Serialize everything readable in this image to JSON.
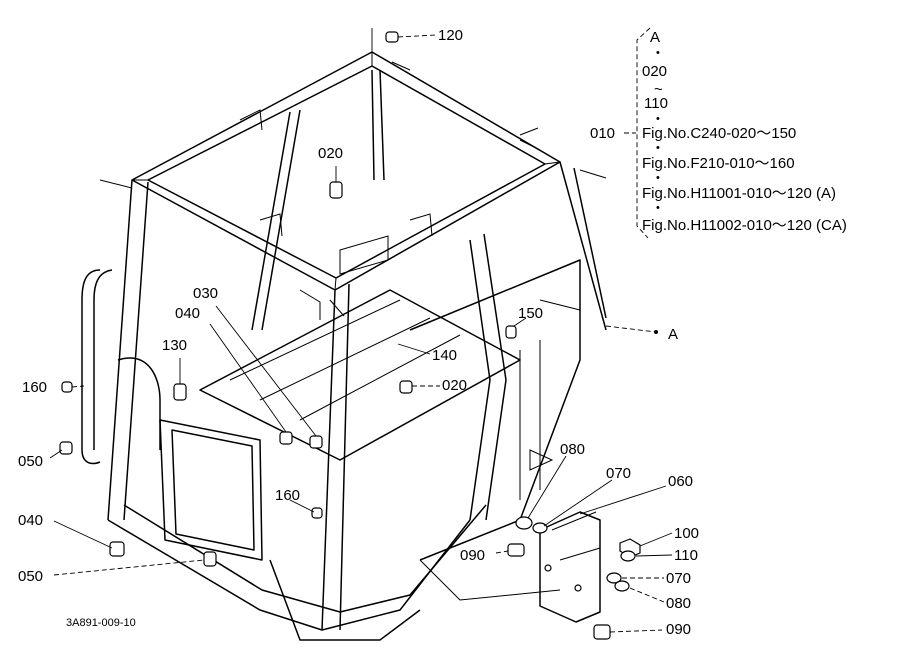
{
  "figure_code": "3A891-009-10",
  "legend": {
    "marker": "A",
    "range_start": "020",
    "range_sep": "~",
    "range_end": "110",
    "ref_label": "010",
    "refs": [
      "Fig.No.C240-020～150",
      "Fig.No.F210-010～160",
      "Fig.No.H11001-010～120 (A)",
      "Fig.No.H11002-010～120 (CA)"
    ]
  },
  "callouts": {
    "c120": "120",
    "c020_top": "020",
    "c030": "030",
    "c040_mid": "040",
    "c130": "130",
    "c140": "140",
    "c020_mid": "020",
    "c150": "150",
    "cA": "A",
    "c160_left": "160",
    "c050_left": "050",
    "c040_low": "040",
    "c050_low": "050",
    "c160_mid": "160",
    "c080_top": "080",
    "c070_top": "070",
    "c060": "060",
    "c100": "100",
    "c110": "110",
    "c090_left": "090",
    "c070_right": "070",
    "c080_right": "080",
    "c090_low": "090"
  }
}
